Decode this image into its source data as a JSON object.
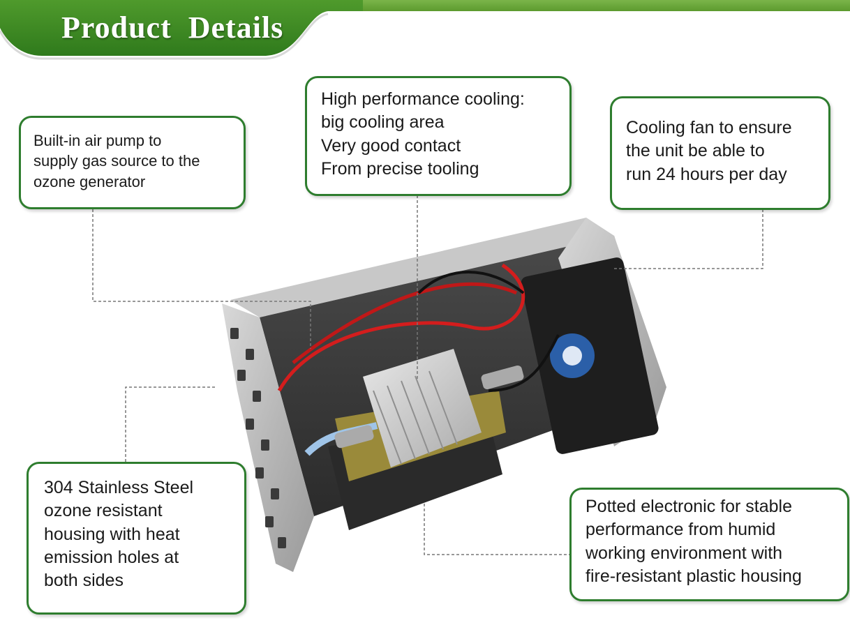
{
  "banner": {
    "title": "Product  Details"
  },
  "colors": {
    "banner_green": "#5c9a2e",
    "callout_border": "#2e7d2e"
  },
  "callouts": {
    "air_pump": {
      "lines": [
        "Built-in air pump to",
        "supply gas source to the",
        "ozone generator"
      ]
    },
    "cooling": {
      "lines": [
        "High performance cooling:",
        "big cooling area",
        "Very good contact",
        "From precise tooling"
      ]
    },
    "fan": {
      "lines": [
        "Cooling fan to ensure",
        "the unit be able to",
        "run 24 hours per day"
      ]
    },
    "housing": {
      "lines": [
        "304 Stainless Steel",
        "ozone resistant",
        "housing with heat",
        "emission holes at",
        "both sides"
      ]
    },
    "potted": {
      "lines": [
        "Potted electronic for stable",
        "performance from humid",
        "working environment with",
        "fire-resistant plastic housing"
      ]
    }
  }
}
